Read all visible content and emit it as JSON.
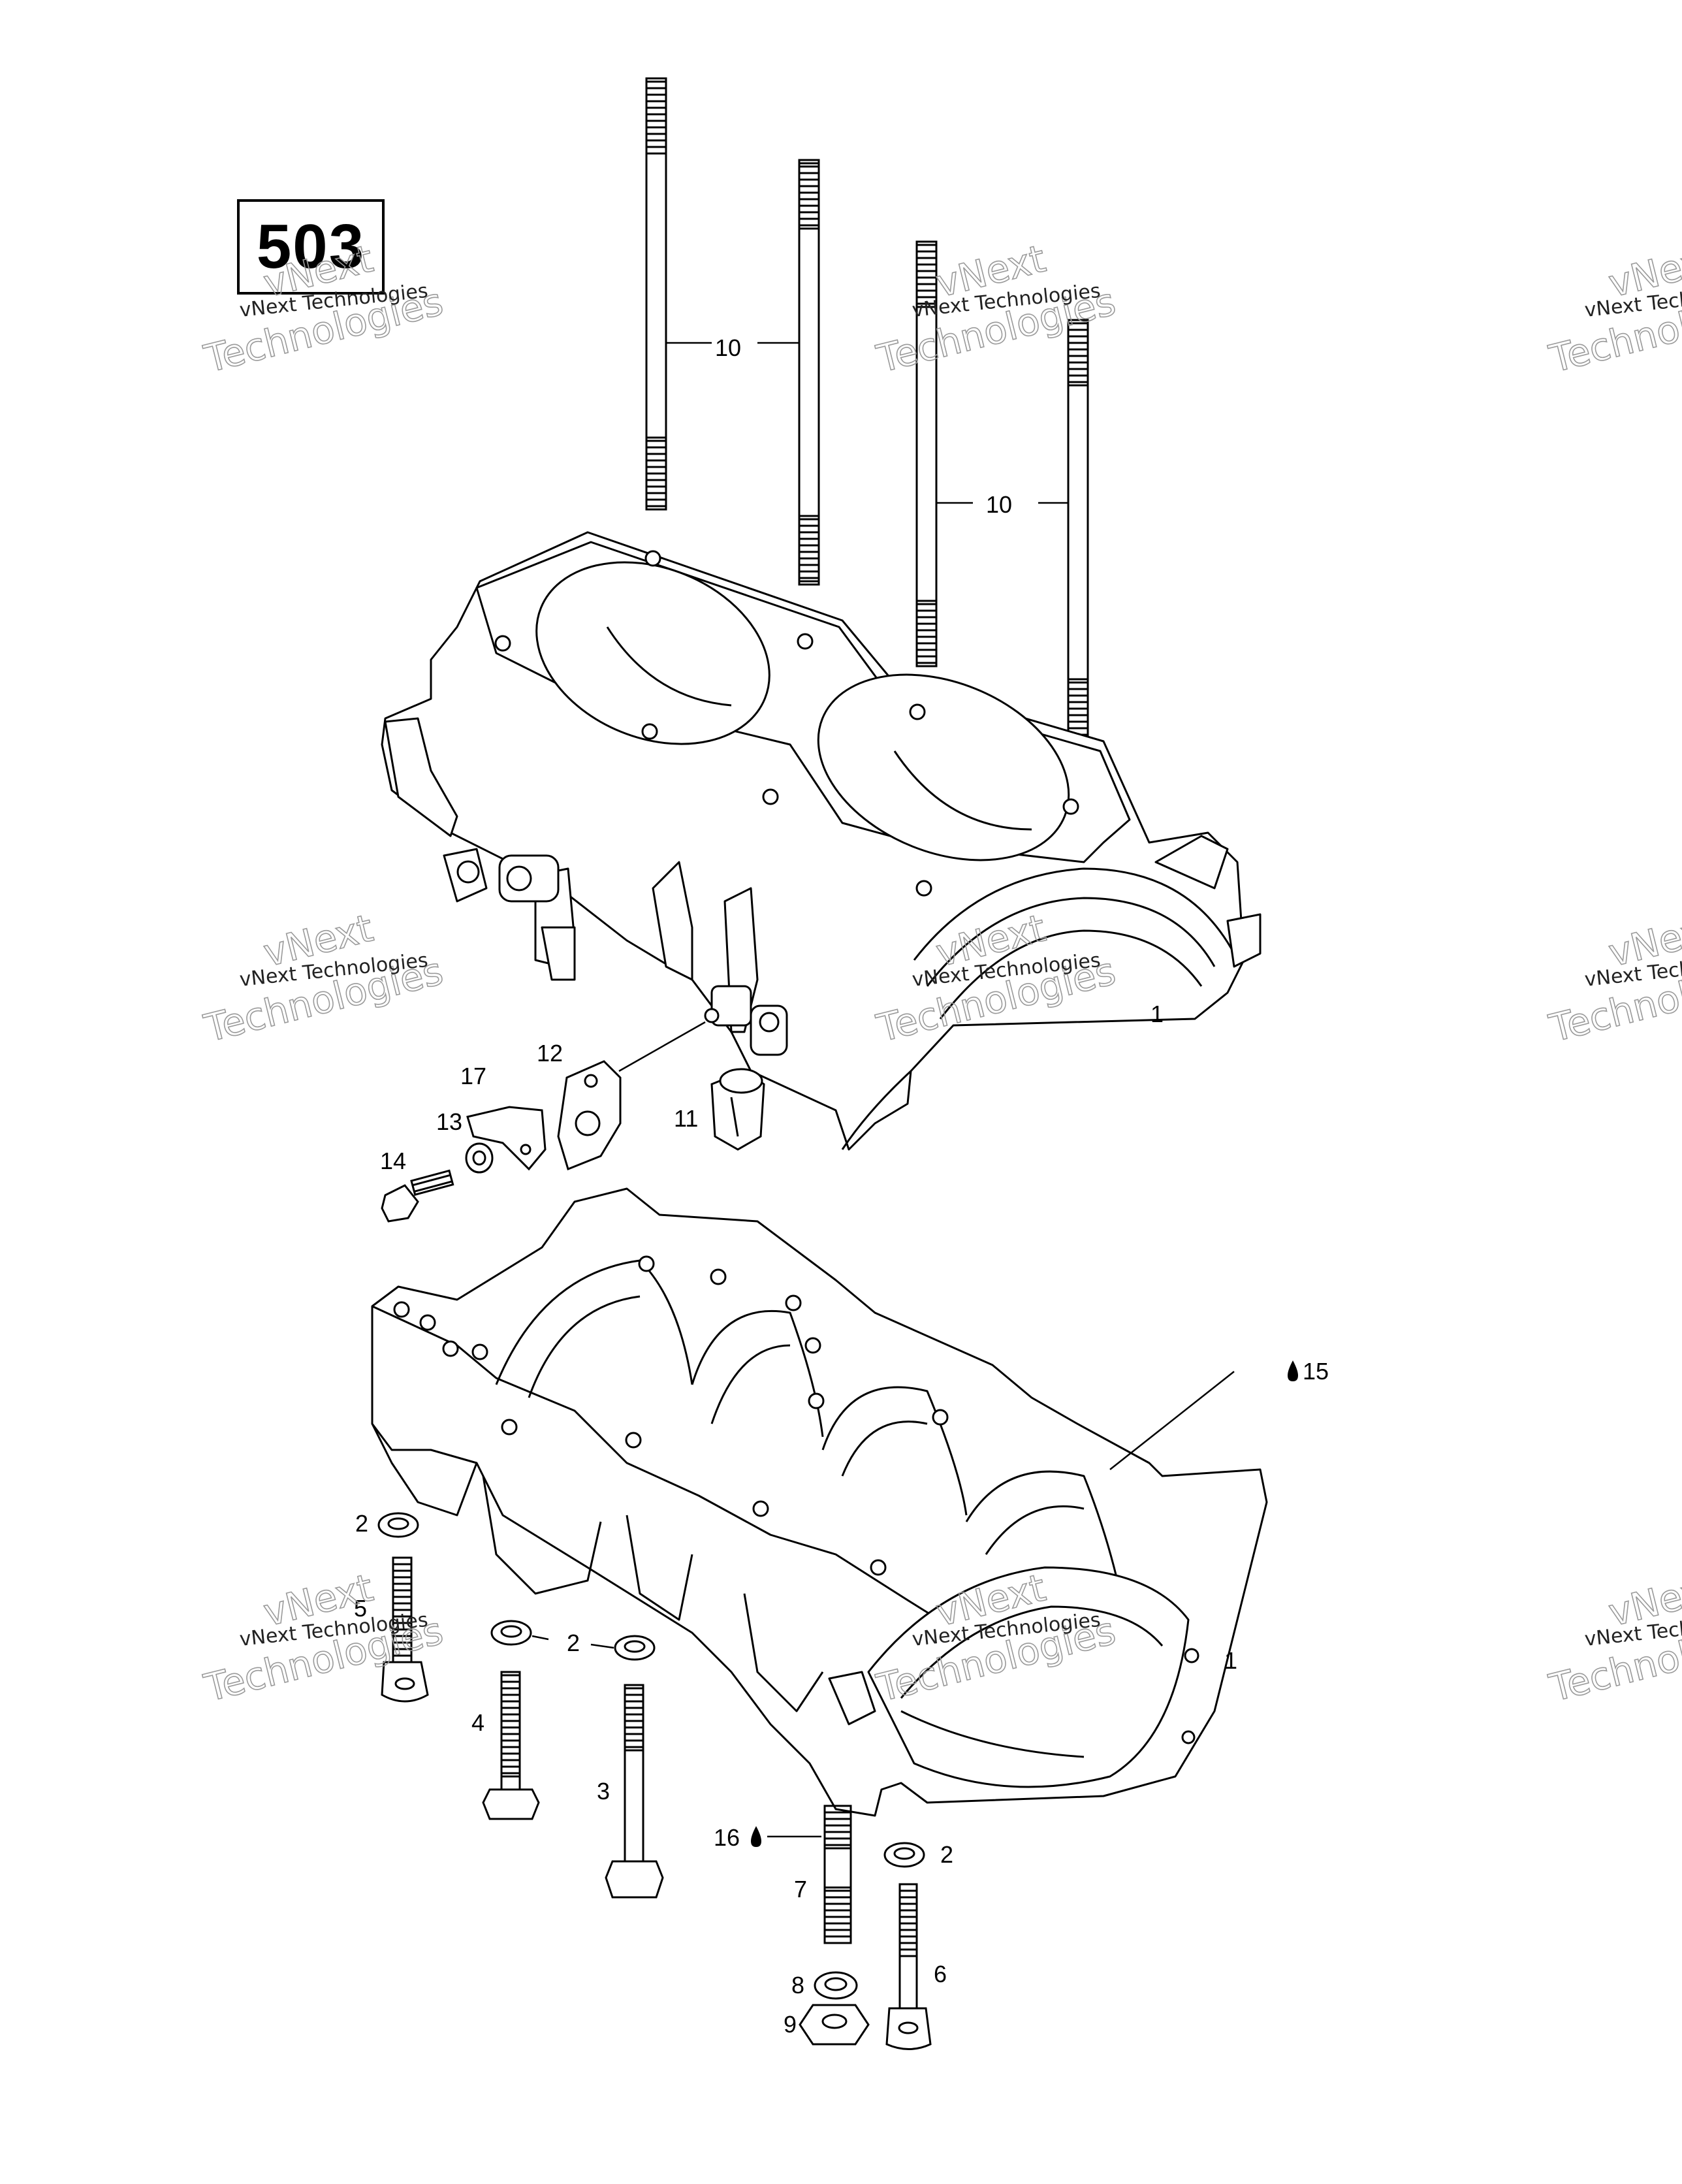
{
  "diagram_code": "503",
  "watermark": {
    "line": "vNext Technologies",
    "word1": "vNext",
    "word2": "Technologies"
  },
  "callouts": {
    "c1a": "1",
    "c1b": "1",
    "c2a": "2",
    "c2b": "2",
    "c2c": "2",
    "c3": "3",
    "c4": "4",
    "c5": "5",
    "c6": "6",
    "c7": "7",
    "c8": "8",
    "c9": "9",
    "c10a": "10",
    "c10b": "10",
    "c11": "11",
    "c12": "12",
    "c13": "13",
    "c14": "14",
    "c15": "15",
    "c16": "16",
    "c17": "17"
  },
  "icons": [
    "oil-drop-icon"
  ]
}
